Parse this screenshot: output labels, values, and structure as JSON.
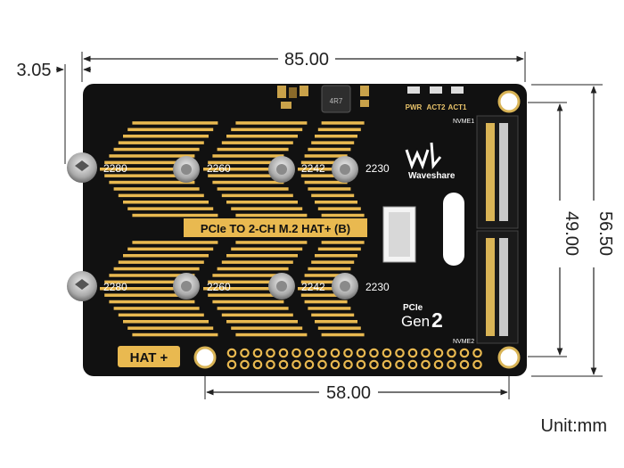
{
  "dimensions": {
    "top_width": "85.00",
    "left_offset": "3.05",
    "bottom_width": "58.00",
    "right_height": "56.50",
    "inner_height": "49.00"
  },
  "unit_label": "Unit:mm",
  "board": {
    "title_label": "PCIe TO 2-CH M.2 HAT+ (B)",
    "hat_badge": "HAT +",
    "brand": "Waveshare",
    "gen_label_top": "PCIe",
    "gen_label_main": "Gen",
    "gen_label_num": "2",
    "led_labels": [
      "PWR",
      "ACT2",
      "ACT1"
    ],
    "slot_labels": [
      "NVME1",
      "NVME2"
    ],
    "inductor_label": "4R7",
    "size_labels_top": [
      "2280",
      "2260",
      "2242",
      "2230"
    ],
    "size_labels_bottom": [
      "2280",
      "2260",
      "2242",
      "2230"
    ]
  },
  "colors": {
    "pcb": "#101010",
    "gold": "#e9b950",
    "dimension_line": "#222222"
  }
}
